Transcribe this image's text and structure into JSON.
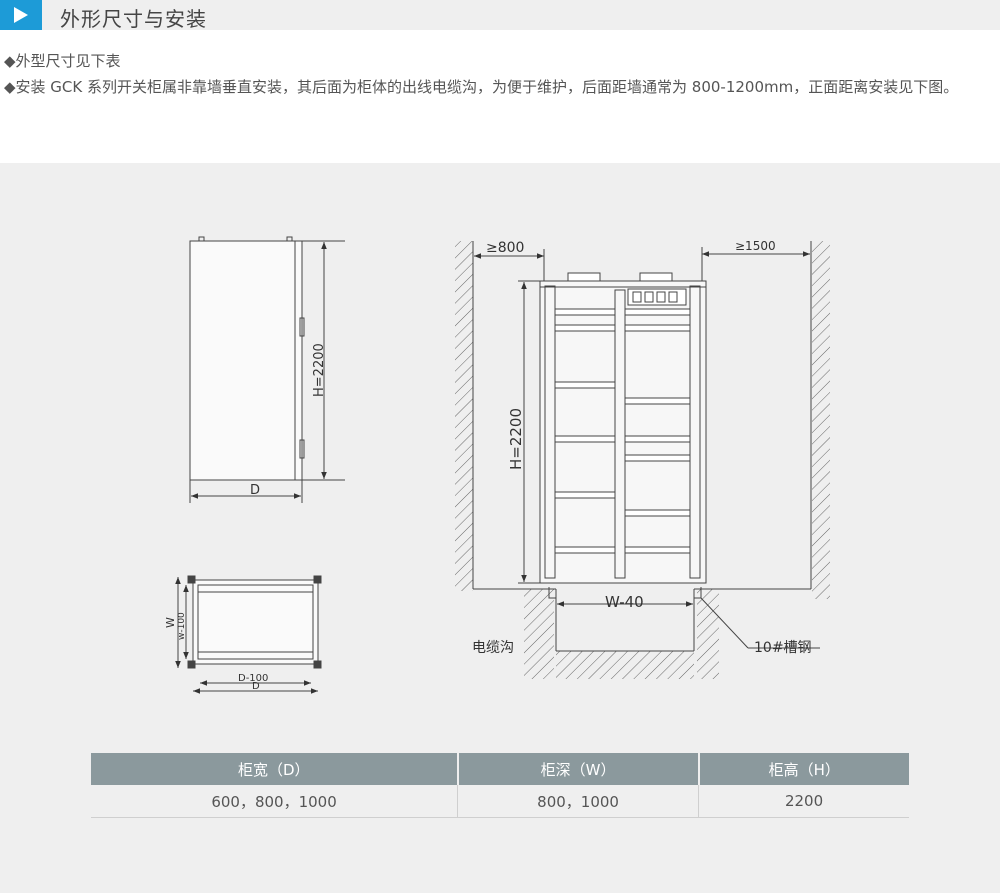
{
  "section": {
    "title": "外形尺寸与安装"
  },
  "intro": {
    "line1": "◆外型尺寸见下表",
    "line2": "◆安装 GCK 系列开关柜属非靠墙垂直安装，其后面为柜体的出线电缆沟，为便于维护，后面距墙通常为 800-1200mm，正面距离安装见下图。"
  },
  "drawing": {
    "front_height": "H=2200",
    "front_width": "D",
    "top_w": "W",
    "top_w100": "w-100",
    "top_d100": "D-100",
    "top_d": "D",
    "gap_left": "≥800",
    "gap_right": "≥1500",
    "install_height": "H=2200",
    "install_w40": "W-40",
    "cable_trench": "电缆沟",
    "channel_steel": "10#槽钢"
  },
  "table": {
    "headers": [
      "柜宽（D）",
      "柜深（W）",
      "柜高（H）"
    ],
    "row": [
      "600，800，1000",
      "800，1000",
      "2200"
    ]
  }
}
